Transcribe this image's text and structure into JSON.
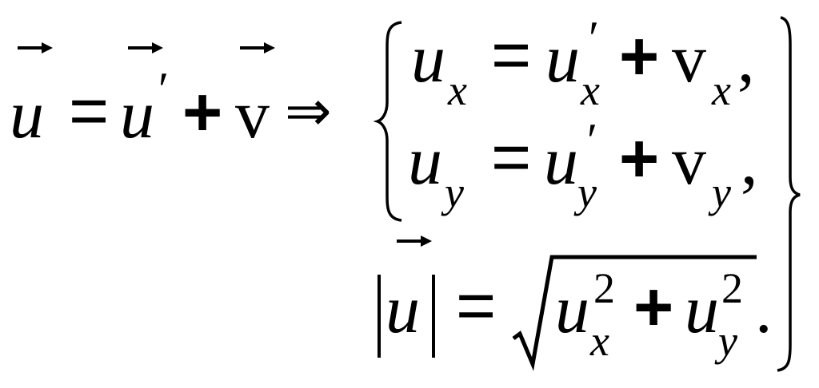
{
  "formula": {
    "main": {
      "lhs": "u",
      "eq": "=",
      "term1": "u",
      "prime1": "′",
      "plus": "+",
      "term2": "v",
      "implies": "⇒"
    },
    "system": {
      "line1": {
        "lhs": "u",
        "lhs_sub": "x",
        "eq": "=",
        "term1": "u",
        "term1_prime": "′",
        "term1_sub": "x",
        "plus": "+",
        "term2": "v",
        "term2_sub": "x",
        "punct": ","
      },
      "line2": {
        "lhs": "u",
        "lhs_sub": "y",
        "eq": "=",
        "term1": "u",
        "term1_prime": "′",
        "term1_sub": "y",
        "plus": "+",
        "term2": "v",
        "term2_sub": "y",
        "punct": ","
      },
      "line3": {
        "lhs": "u",
        "eq": "=",
        "term1": "u",
        "term1_sup": "2",
        "term1_sub": "x",
        "plus": "+",
        "term2": "u",
        "term2_sup": "2",
        "term2_sub": "y",
        "punct": "."
      }
    }
  }
}
